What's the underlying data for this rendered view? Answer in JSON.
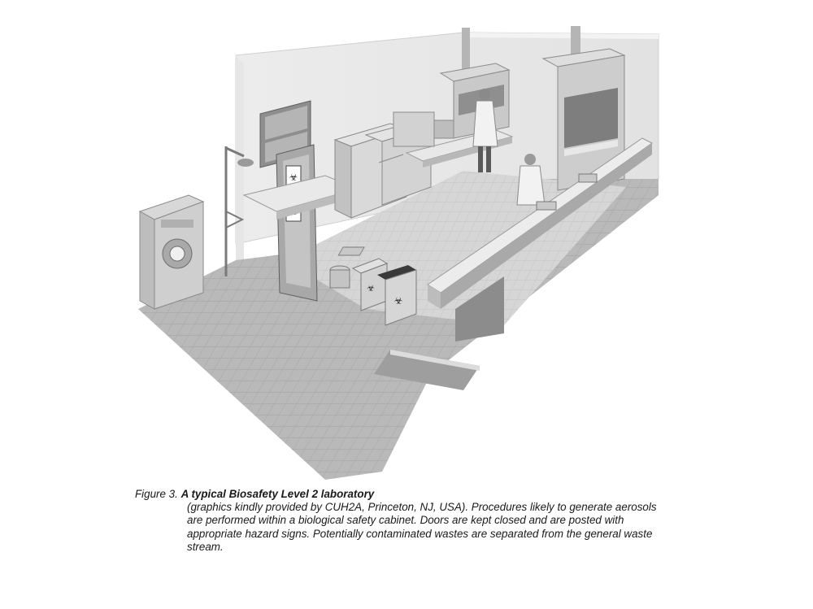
{
  "figure": {
    "label": "Figure 3.",
    "title": "A typical Biosafety Level 2 laboratory",
    "body": "(graphics kindly provided by CUH2A, Princeton, NJ, USA). Procedures likely to generate aerosols are performed within a biological safety cabinet. Doors are kept closed and are posted with appropriate hazard signs. Potentially contaminated wastes are separated from the general waste stream."
  }
}
